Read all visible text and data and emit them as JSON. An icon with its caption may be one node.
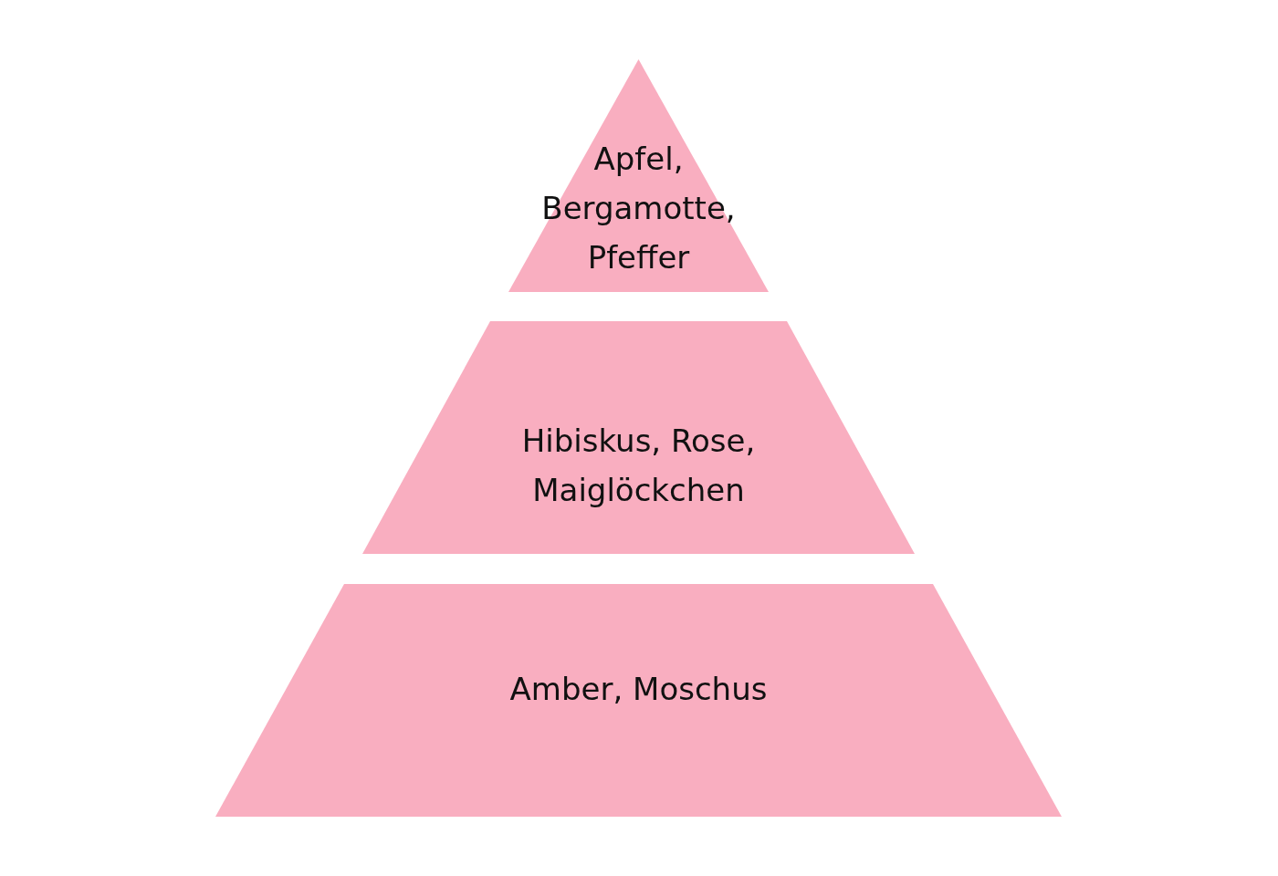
{
  "diagram": {
    "nodes": [
      {
        "text": [
          "Apfel, Bergamotte, Pfeffer"
        ]
      },
      {
        "text": [
          "Hibiskus, Rose, Maiglöckchen"
        ]
      },
      {
        "text": [
          "Amber, Moschus"
        ]
      }
    ]
  }
}
